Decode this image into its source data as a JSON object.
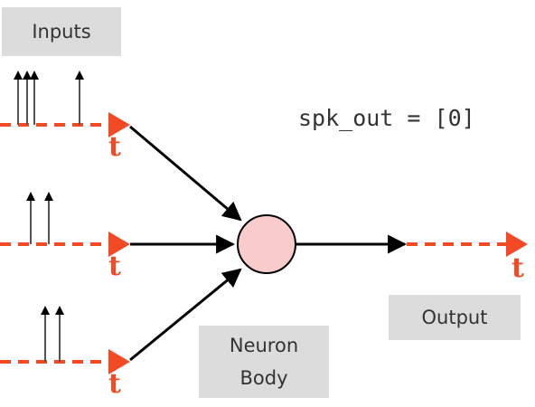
{
  "labels": {
    "inputs": "Inputs",
    "neuron_body": "Neuron\nBody",
    "output": "Output",
    "spk_out": "spk_out = [0]",
    "time_symbol": "t"
  },
  "colors": {
    "axis": "#f24a25",
    "neuron_fill": "#f9cccc",
    "arrow": "#000000",
    "box": "#dcdcdc"
  }
}
